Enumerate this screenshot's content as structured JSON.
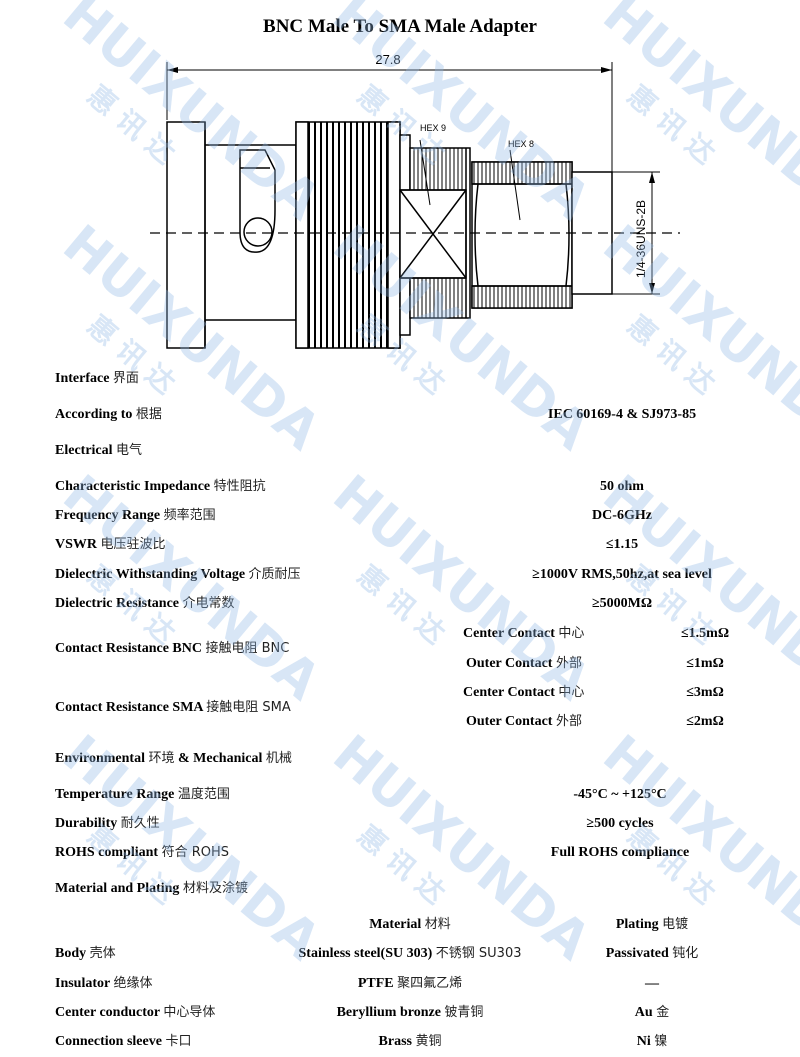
{
  "title": "BNC Male To SMA Male Adapter",
  "drawing": {
    "dimension": "27.8",
    "hex9": "HEX 9",
    "hex8": "HEX 8",
    "thread": "1/4-36UNS-2B"
  },
  "watermark": {
    "brand": "HUIXUNDA",
    "cn": "惠 讯 达"
  },
  "sections": {
    "interface": {
      "en": "Interface",
      "cn": "界面"
    },
    "electrical": {
      "en": "Electrical",
      "cn": "电气"
    },
    "environmental": {
      "en": "Environmental",
      "cn": "环境",
      "en2": "& Mechanical",
      "cn2": "机械"
    },
    "material": {
      "en": "Material and Plating",
      "cn": "材料及涂镀"
    }
  },
  "according": {
    "en": "According to",
    "cn": "根据",
    "value": "IEC 60169-4 & SJ973-85"
  },
  "electrical_rows": [
    {
      "en": "Characteristic Impedance",
      "cn": "特性阻抗",
      "value": "50 ohm"
    },
    {
      "en": "Frequency Range",
      "cn": "频率范围",
      "value": "DC-6GHz"
    },
    {
      "en": "VSWR",
      "cn": "电压驻波比",
      "value": "≤1.15"
    },
    {
      "en": "Dielectric Withstanding Voltage",
      "cn": "介质耐压",
      "value": "≥1000V RMS,50hz,at sea level"
    },
    {
      "en": "Dielectric Resistance",
      "cn": "介电常数",
      "value": "≥5000MΩ"
    }
  ],
  "contact_bnc": {
    "en": "Contact Resistance BNC",
    "cn": "接触电阻 BNC",
    "rows": [
      {
        "en": "Center Contact",
        "cn": "中心",
        "value": "≤1.5mΩ"
      },
      {
        "en": "Outer Contact",
        "cn": "外部",
        "value": "≤1mΩ"
      }
    ]
  },
  "contact_sma": {
    "en": "Contact Resistance SMA",
    "cn": "接触电阻 SMA",
    "rows": [
      {
        "en": "Center Contact",
        "cn": "中心",
        "value": "≤3mΩ"
      },
      {
        "en": "Outer Contact",
        "cn": "外部",
        "value": "≤2mΩ"
      }
    ]
  },
  "env_rows": [
    {
      "en": "Temperature Range",
      "cn": "温度范围",
      "value": "-45°C ~ +125°C"
    },
    {
      "en": "Durability",
      "cn": "耐久性",
      "value": "≥500 cycles"
    },
    {
      "en": "ROHS compliant",
      "cn": "符合 ROHS",
      "value": "Full ROHS compliance"
    }
  ],
  "material_header": {
    "material_en": "Material",
    "material_cn": "材料",
    "plating_en": "Plating",
    "plating_cn": "电镀"
  },
  "material_rows": [
    {
      "en": "Body",
      "cn": "壳体",
      "mat_en": "Stainless steel(SU 303)",
      "mat_cn": "不锈钢 SU303",
      "plat_en": "Passivated",
      "plat_cn": "钝化"
    },
    {
      "en": "Insulator",
      "cn": "绝缘体",
      "mat_en": "PTFE",
      "mat_cn": "聚四氟乙烯",
      "plat_en": "—",
      "plat_cn": ""
    },
    {
      "en": "Center conductor",
      "cn": "中心导体",
      "mat_en": "Beryllium bronze",
      "mat_cn": "铍青铜",
      "plat_en": "Au",
      "plat_cn": "金"
    },
    {
      "en": "Connection sleeve",
      "cn": "卡口",
      "mat_en": "Brass",
      "mat_cn": "黄铜",
      "plat_en": "Ni",
      "plat_cn": "镍"
    }
  ]
}
